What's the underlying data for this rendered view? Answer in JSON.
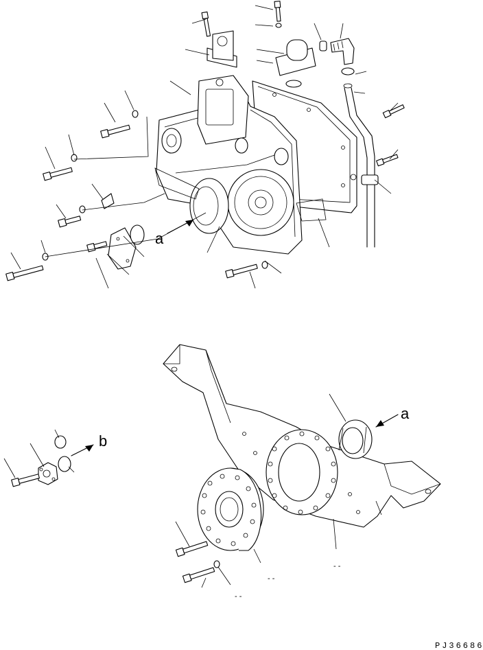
{
  "callouts": {
    "a_upper": "a",
    "a_lower": "a",
    "b": "b"
  },
  "drawing_ref": "PJ36686",
  "mark_1": "- -",
  "mark_2": "- -",
  "mark_3": "- -"
}
